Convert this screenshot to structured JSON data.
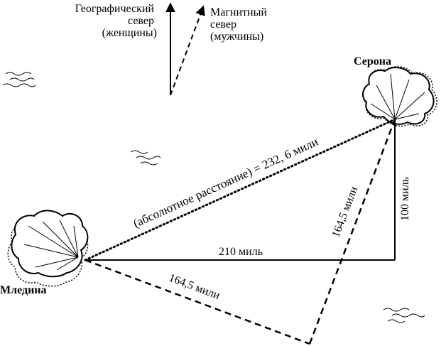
{
  "north": {
    "geographic_lines": [
      "Географический",
      "север",
      "(женщины)"
    ],
    "magnetic_lines": [
      "Магнитный",
      "север",
      "(мужчины)"
    ]
  },
  "places": {
    "start": "Мледина",
    "end": "Серона"
  },
  "labels": {
    "horizontal": "210 миль",
    "vertical": "100 миль",
    "hypotenuse": "(абсолютное расстояние) = 232, 6 мили",
    "leg_lower": "164,5 мили",
    "leg_upper": "164,5 мили"
  }
}
